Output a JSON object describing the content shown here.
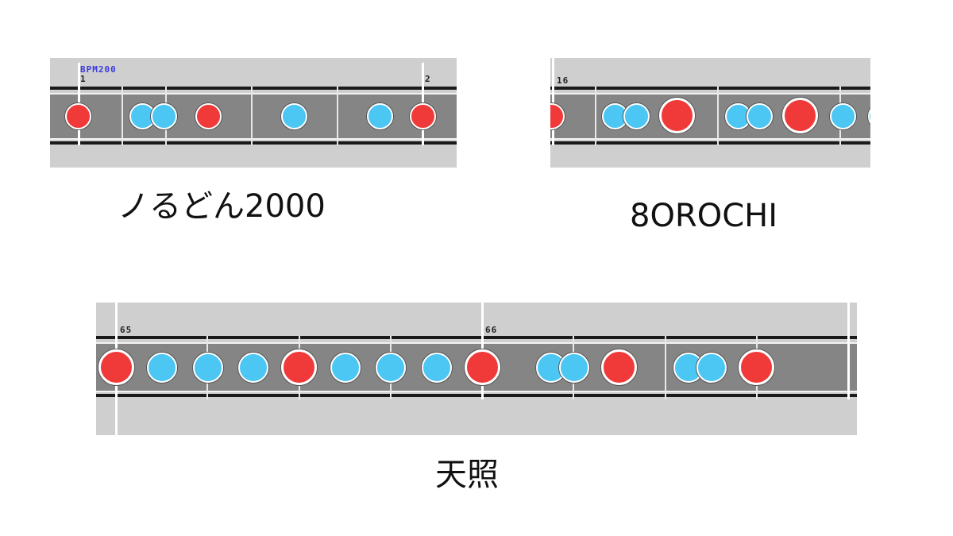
{
  "charts": [
    {
      "player": "ノるどん2000",
      "bpm_label": "BPM200",
      "measures": [
        "1",
        "2"
      ],
      "notes": [
        "don",
        "ka",
        "ka",
        "don",
        "ka",
        "ka",
        "don"
      ]
    },
    {
      "player": "8OROCHI",
      "measures": [
        "16"
      ],
      "notes": [
        "don",
        "ka",
        "ka",
        "big-don",
        "ka",
        "ka",
        "big-don",
        "ka"
      ]
    },
    {
      "player": "天照",
      "measures": [
        "65",
        "66"
      ],
      "notes": [
        "big-don",
        "ka",
        "ka",
        "ka",
        "big-don",
        "ka",
        "ka",
        "ka",
        "big-don",
        "ka",
        "ka",
        "big-don",
        "ka",
        "ka",
        "big-don"
      ]
    }
  ],
  "colors": {
    "don": "#f03a3a",
    "ka": "#4cc6f2",
    "lane": "#858585",
    "panel": "#cfcfcf"
  }
}
